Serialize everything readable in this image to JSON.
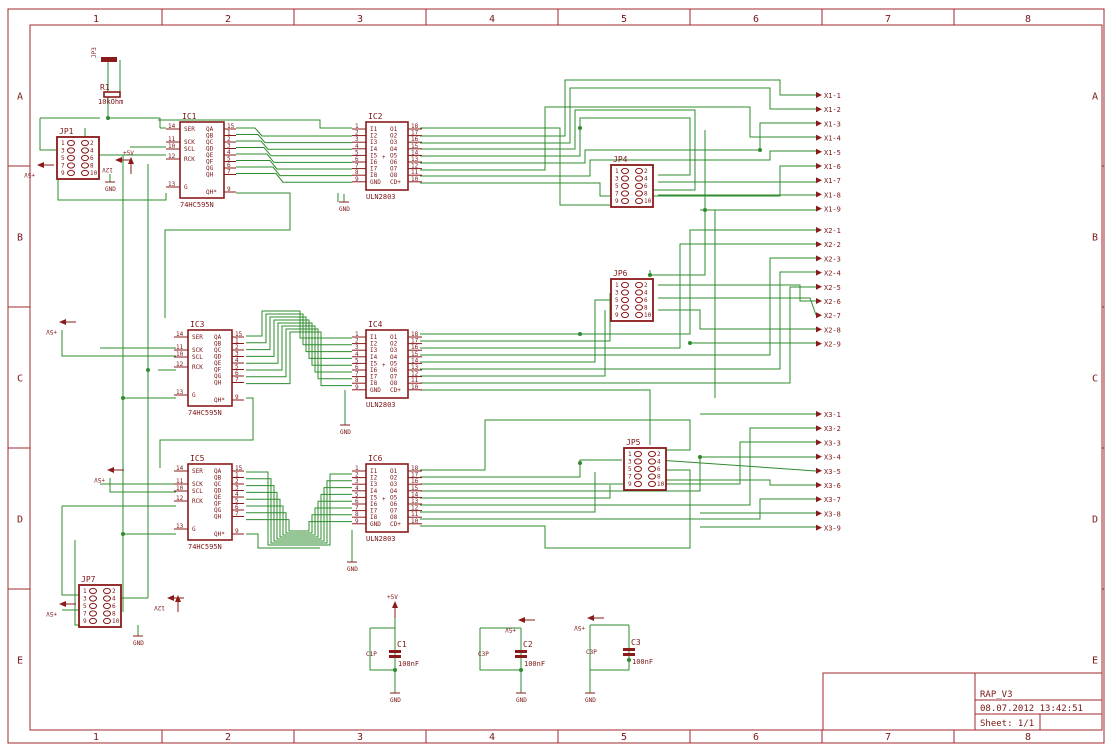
{
  "frame": {
    "columns": [
      "1",
      "2",
      "3",
      "4",
      "5",
      "6",
      "7",
      "8"
    ],
    "rows": [
      "A",
      "B",
      "C",
      "D",
      "E"
    ]
  },
  "title_block": {
    "name": "RAP_V3",
    "datetime": "08.07.2012 13:42:51",
    "sheet": "Sheet: 1/1"
  },
  "nets": {
    "vcc": "+5V",
    "vbus": "12V",
    "gnd": "GND"
  },
  "shift_registers": [
    {
      "ref": "IC1",
      "part": "74HC595N"
    },
    {
      "ref": "IC3",
      "part": "74HC595N"
    },
    {
      "ref": "IC5",
      "part": "74HC595N"
    }
  ],
  "drivers": [
    {
      "ref": "IC2",
      "part": "ULN2803"
    },
    {
      "ref": "IC4",
      "part": "ULN2803"
    },
    {
      "ref": "IC6",
      "part": "ULN2803"
    }
  ],
  "sr_pins_left": [
    {
      "num": "14",
      "name": "SER"
    },
    {
      "num": "11",
      "name": "SCK"
    },
    {
      "num": "10",
      "name": "SCL"
    },
    {
      "num": "12",
      "name": "RCK"
    },
    {
      "num": "13",
      "name": "G"
    }
  ],
  "sr_pins_right": [
    {
      "num": "15",
      "name": "QA"
    },
    {
      "num": "1",
      "name": "QB"
    },
    {
      "num": "2",
      "name": "QC"
    },
    {
      "num": "3",
      "name": "QD"
    },
    {
      "num": "4",
      "name": "QE"
    },
    {
      "num": "5",
      "name": "QF"
    },
    {
      "num": "6",
      "name": "QG"
    },
    {
      "num": "7",
      "name": "QH"
    },
    {
      "num": "9",
      "name": "QH*"
    }
  ],
  "uln_pins_left": [
    {
      "num": "1",
      "name": "I1"
    },
    {
      "num": "2",
      "name": "I2"
    },
    {
      "num": "3",
      "name": "I3"
    },
    {
      "num": "4",
      "name": "I4"
    },
    {
      "num": "5",
      "name": "I5"
    },
    {
      "num": "6",
      "name": "I6"
    },
    {
      "num": "7",
      "name": "I7"
    },
    {
      "num": "8",
      "name": "I8"
    },
    {
      "num": "9",
      "name": "GND"
    }
  ],
  "uln_pins_right": [
    {
      "num": "18",
      "name": "O1"
    },
    {
      "num": "17",
      "name": "O2"
    },
    {
      "num": "16",
      "name": "O3"
    },
    {
      "num": "15",
      "name": "O4"
    },
    {
      "num": "14",
      "name": "O5"
    },
    {
      "num": "13",
      "name": "O6"
    },
    {
      "num": "12",
      "name": "O7"
    },
    {
      "num": "11",
      "name": "O8"
    },
    {
      "num": "10",
      "name": "CD+"
    }
  ],
  "headers": [
    {
      "ref": "JP1"
    },
    {
      "ref": "JP4"
    },
    {
      "ref": "JP6"
    },
    {
      "ref": "JP5"
    },
    {
      "ref": "JP7"
    }
  ],
  "hdr_pins_left": [
    "1",
    "3",
    "5",
    "7",
    "9"
  ],
  "hdr_pins_right": [
    "2",
    "4",
    "6",
    "8",
    "10"
  ],
  "jumper": {
    "ref": "JP3"
  },
  "resistor": {
    "ref": "R1",
    "value": "10kOhm"
  },
  "capacitors": [
    {
      "ref": "C1",
      "value": "100nF",
      "pin_label": "C1P"
    },
    {
      "ref": "C2",
      "value": "100nF",
      "pin_label": "C3P"
    },
    {
      "ref": "C3",
      "value": "100nF",
      "pin_label": "C3P"
    }
  ],
  "outputs": {
    "x1": [
      "X1-1",
      "X1-2",
      "X1-3",
      "X1-4",
      "X1-5",
      "X1-6",
      "X1-7",
      "X1-8",
      "X1-9"
    ],
    "x2": [
      "X2-1",
      "X2-2",
      "X2-3",
      "X2-4",
      "X2-5",
      "X2-6",
      "X2-7",
      "X2-8",
      "X2-9"
    ],
    "x3": [
      "X3-1",
      "X3-2",
      "X3-3",
      "X3-4",
      "X3-5",
      "X3-6",
      "X3-7",
      "X3-8",
      "X3-9"
    ]
  }
}
